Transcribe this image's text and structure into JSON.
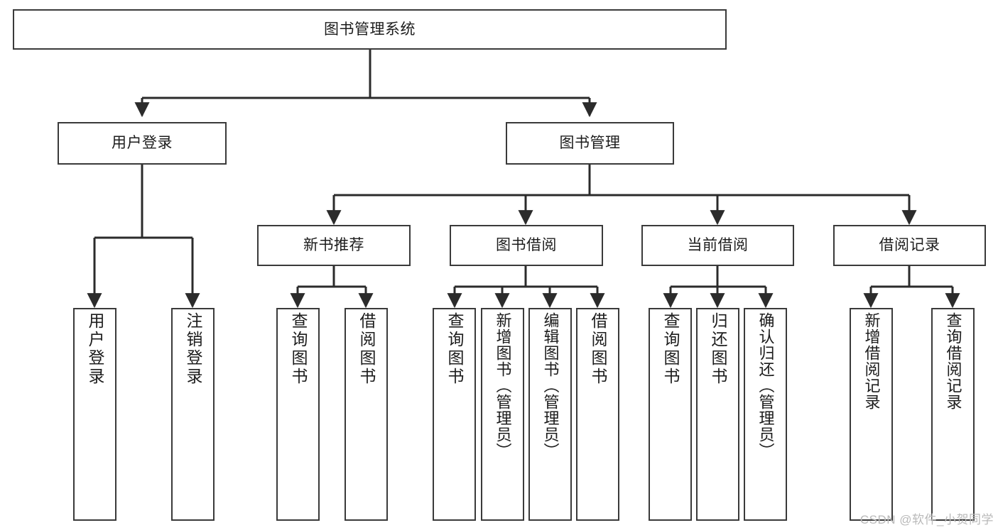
{
  "diagram": {
    "type": "tree-hierarchy",
    "title": "图书管理系统",
    "watermark": "CSDN @软件_小贺同学",
    "colors": {
      "background": "#ffffff",
      "border": "#3a3a3a",
      "text": "#1c1c1c",
      "edge": "#2b2b2b",
      "watermark": "#b9b9b9"
    },
    "root": {
      "label": "图书管理系统"
    },
    "level2": [
      {
        "label": "用户登录"
      },
      {
        "label": "图书管理"
      }
    ],
    "level3": [
      {
        "label": "新书推荐"
      },
      {
        "label": "图书借阅"
      },
      {
        "label": "当前借阅"
      },
      {
        "label": "借阅记录"
      }
    ],
    "leaves": {
      "user_login": [
        {
          "label": "用户登录"
        },
        {
          "label": "注销登录"
        }
      ],
      "new_book_recommend": [
        {
          "label": "查询图书"
        },
        {
          "label": "借阅图书"
        }
      ],
      "book_borrow": [
        {
          "label": "查询图书"
        },
        {
          "label": "新增图书（管理员）"
        },
        {
          "label": "编辑图书（管理员）"
        },
        {
          "label": "借阅图书"
        }
      ],
      "current_borrow": [
        {
          "label": "查询图书"
        },
        {
          "label": "归还图书"
        },
        {
          "label": "确认归还（管理员）"
        }
      ],
      "borrow_record": [
        {
          "label": "新增借阅记录"
        },
        {
          "label": "查询借阅记录"
        }
      ]
    }
  }
}
